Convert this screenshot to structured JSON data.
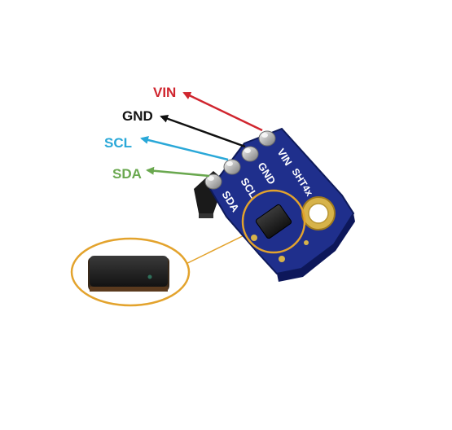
{
  "pins": [
    {
      "label": "VIN",
      "color": "#d0262f"
    },
    {
      "label": "GND",
      "color": "#111111"
    },
    {
      "label": "SCL",
      "color": "#2aa8d8"
    },
    {
      "label": "SDA",
      "color": "#6aa84f"
    }
  ],
  "board": {
    "silkscreen_pins": [
      "VIN",
      "GND",
      "SCL",
      "SDA"
    ],
    "silkscreen_name": "SHT4x",
    "color": "#1f2f8c"
  },
  "callout": {
    "color": "#e3a32d",
    "subject": "sensor-chip"
  }
}
